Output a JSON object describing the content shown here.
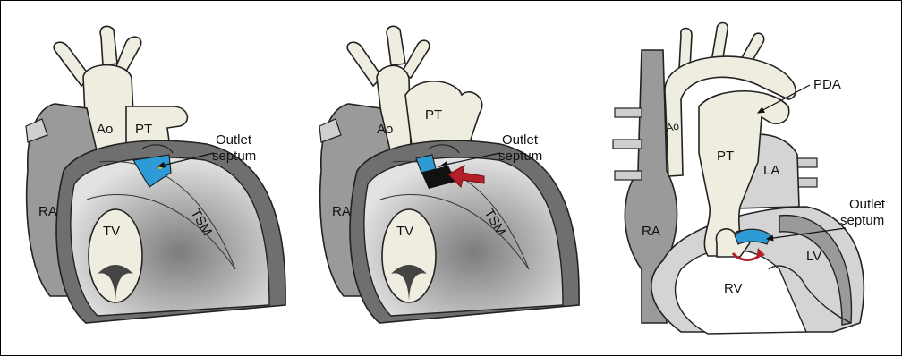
{
  "panels": [
    {
      "labels": {
        "ao": "Ao",
        "pt": "PT",
        "ra": "RA",
        "tv": "TV",
        "tsm": "TSM",
        "outlet_line1": "Outlet",
        "outlet_line2": "septum"
      }
    },
    {
      "labels": {
        "ao": "Ao",
        "pt": "PT",
        "ra": "RA",
        "tv": "TV",
        "tsm": "TSM",
        "outlet_line1": "Outlet",
        "outlet_line2": "septum"
      }
    },
    {
      "labels": {
        "pda": "PDA",
        "ao": "Ao",
        "pt": "PT",
        "la": "LA",
        "ra": "RA",
        "rv": "RV",
        "lv": "LV",
        "outlet_line1": "Outlet",
        "outlet_line2": "septum"
      }
    }
  ],
  "colors": {
    "vessel": "#efede0",
    "heart_dark": "#6f6f6f",
    "heart_mid": "#9a9a9a",
    "heart_light": "#d4d4d4",
    "outlet_septum": "#2f9bd6",
    "arrow_red": "#b3202a"
  }
}
